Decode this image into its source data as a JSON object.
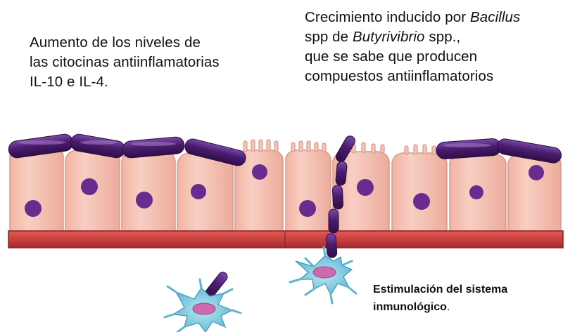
{
  "left_annotation": {
    "line1": "Aumento de los niveles de",
    "line2": "las citocinas antiinflamatorias",
    "line3": "IL-10 e IL-4."
  },
  "right_annotation": {
    "line1_prefix": "Crecimiento inducido por ",
    "line1_italic": "Bacillus",
    "line2_prefix": "spp de ",
    "line2_italic": "Butyrivibrio",
    "line2_suffix": " spp.,",
    "line3": "que se sabe que producen",
    "line4": "compuestos antiinflamatorios"
  },
  "immune_annotation": {
    "line1": "Estimulación del sistema",
    "line2_bold": "inmunológico",
    "line2_end": "."
  },
  "colors": {
    "cell_fill": "#f6c3b5",
    "cell_edge": "#d79a8a",
    "nucleus": "#6a2b8e",
    "bacteria": "#4a1c6e",
    "bacteria_highlight": "#8f63b3",
    "membrane": "#c9403f",
    "membrane_edge": "#8a1f22",
    "dendritic_cell": "#79c9e0",
    "dendritic_nucleus": "#cc6ab0"
  }
}
